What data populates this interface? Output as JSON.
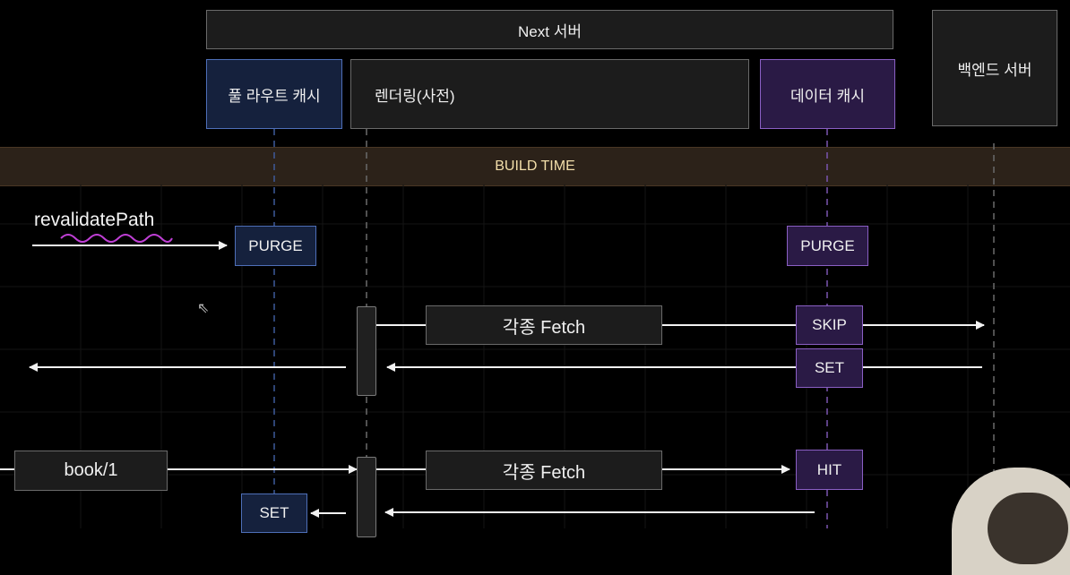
{
  "header": {
    "next_server": "Next 서버",
    "backend_server": "백엔드 서버"
  },
  "columns": {
    "full_route_cache": "풀 라우트 캐시",
    "rendering": "렌더링(사전)",
    "data_cache": "데이터 캐시"
  },
  "build_time_label": "BUILD TIME",
  "revalidate": {
    "label": "revalidatePath",
    "purge_route": "PURGE",
    "purge_data": "PURGE"
  },
  "flow1": {
    "fetch_label": "각종 Fetch",
    "skip_label": "SKIP",
    "set_label": "SET"
  },
  "flow2": {
    "request_label": "book/1",
    "fetch_label": "각종 Fetch",
    "hit_label": "HIT",
    "set_label": "SET"
  },
  "colors": {
    "blue_accent": "#4e6fb8",
    "purple_accent": "#8a5fc4",
    "build_band": "#2c2219",
    "squiggle": "#c03fd6"
  }
}
